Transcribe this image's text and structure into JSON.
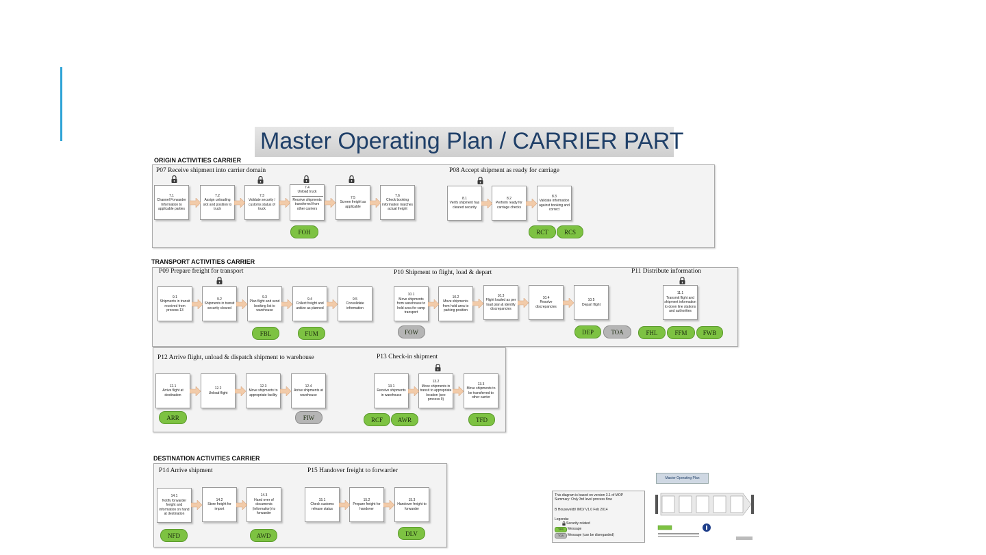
{
  "title": "Master Operating Plan / CARRIER PART",
  "sections": {
    "origin": "ORIGIN ACTIVITIES CARRIER",
    "transport": "TRANSPORT ACTIVITIES CARRIER",
    "destination": "DESTINATION ACTIVITIES CARRIER"
  },
  "processes": {
    "p07": "P07 Receive shipment into carrier domain",
    "p08": "P08 Accept shipment as ready for carriage",
    "p09": "P09 Prepare freight for transport",
    "p10": "P10 Shipment to flight, load & depart",
    "p11": "P11 Distribute information",
    "p12": "P12 Arrive flight, unload & dispatch shipment to warehouse",
    "p13": "P13 Check-in shipment",
    "p14": "P14 Arrive shipment",
    "p15": "P15 Handover freight to forwarder"
  },
  "steps": {
    "s7_1": "7.1\nChannel Forwarder Information to applicable parties",
    "s7_2": "7.2\nAssign unloading slot and position to truck",
    "s7_3": "7.3\nValidate security / customs status of truck",
    "s7_4a": "7.4\nUnload truck",
    "s7_4b": "Receive shipments transferred from other carriers",
    "s7_5": "7.5\nScreen freight as applicable",
    "s7_6": "7.6\nCheck booking information matches actual freight",
    "s8_1": "8.1\nVerify shipment has cleared security",
    "s8_2": "8.2\nPerform ready for carriage checks",
    "s8_3": "8.3\nValidate information against booking and correct",
    "s9_1": "9.1\nShipments in transit received from process 13",
    "s9_2": "9.2\nShipments in transit security cleared",
    "s9_3": "9.3\nPlan flight and send booking list to warehouse",
    "s9_4": "9.4\nCollect freight and unitize as planned",
    "s9_5": "9.5\nConsolidate information",
    "s10_1": "10.1\nMove shipments from warehouse to hold area for ramp transport",
    "s10_2": "10.2\nMove shipments from hold area to parking position",
    "s10_3": "10.3\nFlight loaded as per load plan & identify discrepancies",
    "s10_4": "10.4\nResolve discrepancies",
    "s10_5": "10.5\nDepart flight",
    "s11_1": "11.1\nTransmit flight and shipment information to down line stations and authorities",
    "s12_1": "12.1\nArrive flight at destination",
    "s12_2": "12.2\nUnload flight",
    "s12_3": "12.3\nMove shipments to appropriate facility",
    "s12_4": "12.4\nArrive shipments at warehouse",
    "s13_1": "13.1\nReceive shipments in warehouse",
    "s13_2": "13.2\nMove shipments in transit to appropriate location (see process 9)",
    "s13_3": "13.3\nMove shipments to be transferred to other carrier",
    "s14_1": "14.1\nNotify forwarder freight and information on hand at destination",
    "s14_2": "14.2\nStore freight for import",
    "s14_3": "14.3\nHand over of documents (information) to forwarder",
    "s15_1": "15.1\nCheck customs release status",
    "s15_2": "15.2\nPrepare freight for handover",
    "s15_3": "15.3\nHandover freight to forwarder"
  },
  "messages": {
    "foh": "FOH",
    "rct": "RCT",
    "rcs": "RCS",
    "fbl": "FBL",
    "fum": "FUM",
    "fow": "FOW",
    "dep": "DEP",
    "toa": "TOA",
    "fhl": "FHL",
    "ffm": "FFM",
    "fwb": "FWB",
    "arr": "ARR",
    "fiw": "FIW",
    "rcf": "RCF",
    "awr": "AWR",
    "tfd": "TFD",
    "nfd": "NFD",
    "awd": "AWD",
    "dlv": "DLV"
  },
  "legend": {
    "line1": "This diagram is based on version 3.1 of MOP",
    "line2": "Summary: Only 3rd level process flow",
    "line3": "B Houseveldt/ IMO/ V1.0 Feb 2014",
    "heading": "Legenda:",
    "security": "Security related",
    "message": "Message",
    "message_disregard": "Message (can be disregarded)",
    "msg_sample": "TPS",
    "msg_gray_sample": "TOA"
  },
  "thumbnail": {
    "title": "Master Operating Plan"
  },
  "colors": {
    "accent": "#2ea3d6",
    "title_text": "#1f3f68",
    "message_green": "#7dc242",
    "message_gray": "#b5b5b5",
    "arrow": "#f2cba9"
  }
}
